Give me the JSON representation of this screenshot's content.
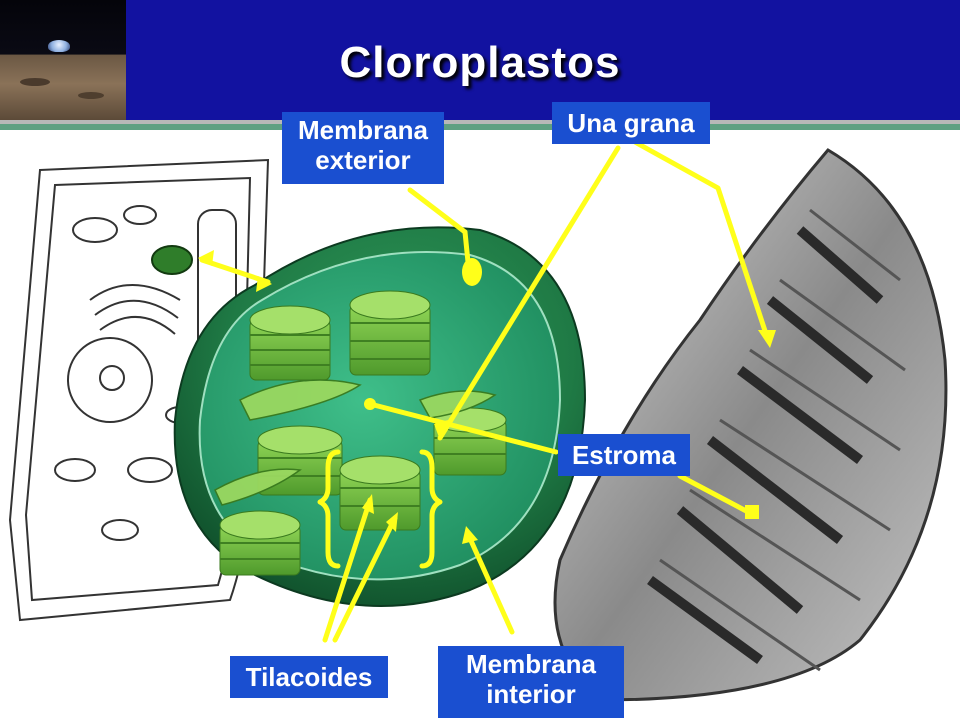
{
  "slide": {
    "title": "Cloroplastos"
  },
  "labels": {
    "outer_membrane": [
      "Membrana",
      "exterior"
    ],
    "granum": "Una grana",
    "stroma": "Estroma",
    "thylakoids": "Tilacoides",
    "inner_membrane": [
      "Membrana",
      "interior"
    ]
  },
  "colors": {
    "header_blue": "#1212a0",
    "label_blue": "#1a4fd0",
    "pointer_yellow": "#ffff1a",
    "chloroplast_green": "#1f7a45",
    "granum_green": "#7ec84a",
    "accent_stripe": "#5fa082"
  }
}
